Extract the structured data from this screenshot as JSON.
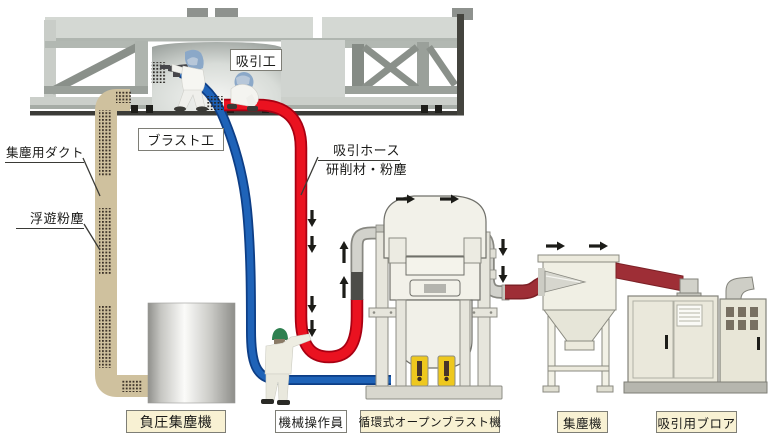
{
  "diagram": {
    "description": "Blast and dust suction system schematic",
    "labels": {
      "suction_worker": "吸引工",
      "blast_worker": "ブラスト工",
      "suction_hose": "吸引ホース",
      "suction_hose_sub": "研削材・粉塵",
      "dust_duct": "集塵用ダクト",
      "floating_dust": "浮遊粉塵",
      "vacuum_dust_collector": "負圧集塵機",
      "machine_operator": "機械操作員",
      "blast_machine": "循環式オープンブラスト機",
      "dust_collector": "集塵機",
      "suction_blower": "吸引用ブロア"
    },
    "colors": {
      "suction_hose_red": "#e81220",
      "blast_hose_blue": "#1f63b8",
      "return_duct_dark_red": "#9e2e36",
      "collection_duct_tan": "#cfc19e",
      "equipment_label_bg": "#f8f1d3",
      "person_label_bg": "#ffffff",
      "arrow_black": "#1c1c18",
      "structure_gray": "#d4d8d3",
      "machine_body": "#f2f1e9",
      "valve_yellow": "#eec81e",
      "operator_helmet_green": "#2e8050",
      "worker_hood_blue": "#8ba8c8"
    }
  }
}
